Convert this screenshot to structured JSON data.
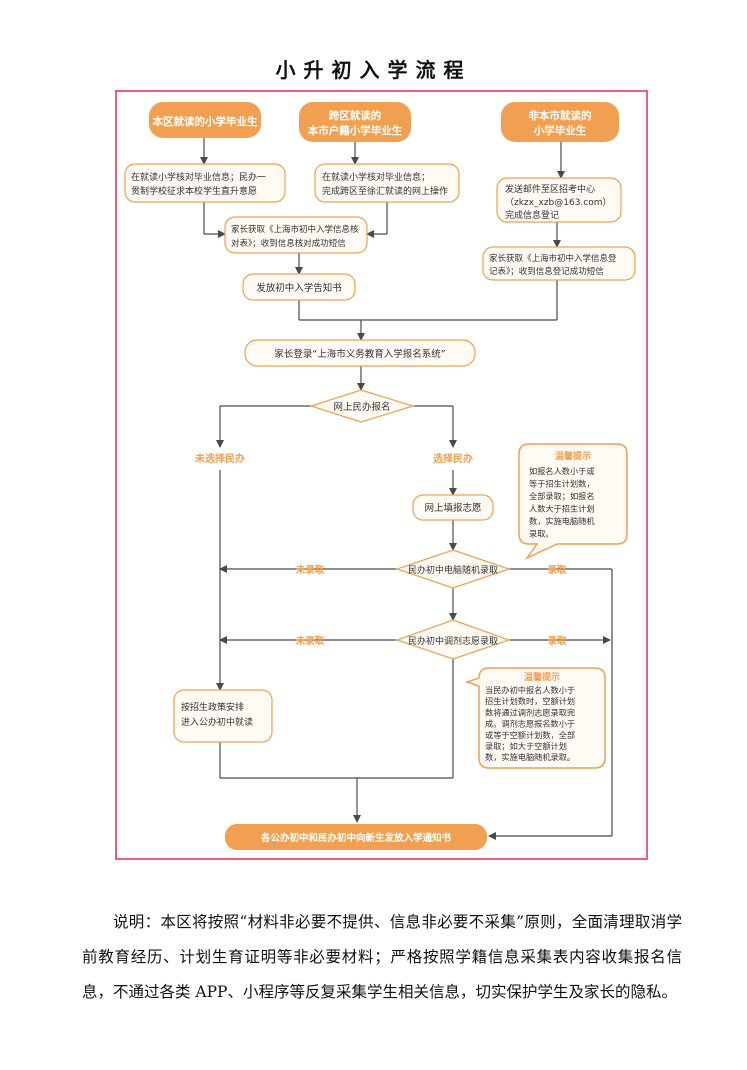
{
  "title": "小升初入学流程",
  "colors": {
    "orange": "#f0a050",
    "line": "#4a4a4a",
    "frame": "#e8607a",
    "pale": "#fffaf3",
    "stroke": "#f0a050"
  },
  "start": {
    "local": "本区就读的小学毕业生",
    "cross_1": "跨区就读的",
    "cross_2": "本市户籍小学毕业生",
    "nonlocal_1": "非本市就读的",
    "nonlocal_2": "小学毕业生"
  },
  "steps": {
    "local_verify_1": "在就读小学核对毕业信息；民办一",
    "local_verify_2": "贯制学校征求本校学生直升意愿",
    "cross_verify_1": "在就读小学核对毕业信息；",
    "cross_verify_2": "完成跨区至徐汇就读的网上操作",
    "email_1": "发送邮件至区招考中心",
    "email_2": "（zkzx_xzb@163.com）",
    "email_3": "完成信息登记",
    "getform_1": "家长获取《上海市初中入学信息核",
    "getform_2": "对表》；收到信息核对成功短信",
    "getform_nl_1": "家长获取《上海市初中入学信息登",
    "getform_nl_2": "记表》；收到信息登记成功短信",
    "notice": "发放初中入学告知书",
    "login": "家长登录“上海市义务教育入学报名系统”",
    "online_private": "网上民办报名",
    "not_choose": "未选择民办",
    "choose": "选择民办",
    "fill": "网上填报志愿",
    "lottery": "民办初中电脑随机录取",
    "adjust": "民办初中调剂志愿录取",
    "not_admitted_1": "未录取",
    "admitted_1": "录取",
    "not_admitted_2": "未录取",
    "admitted_2": "录取",
    "public_1": "按招生政策安排",
    "public_2": "进入公办初中就读",
    "final": "各公办初中和民办初中向新生发放入学通知书"
  },
  "tips": {
    "tip1_title": "温馨提示",
    "tip1_lines": [
      "如报名人数小于或",
      "等于招生计划数，",
      "全部录取；如报名",
      "人数大于招生计划",
      "数，实施电脑随机",
      "录取。"
    ],
    "tip2_title": "温馨提示",
    "tip2_lines": [
      "当民办初中报名人数小于",
      "招生计划数时，空额计划",
      "数将通过调剂志愿录取完",
      "成。调剂志愿报名数小于",
      "或等于空额计划数，全部",
      "录取；如大于空额计划",
      "数，实施电脑随机录取。"
    ]
  },
  "description": "说明：本区将按照“材料非必要不提供、信息非必要不采集”原则，全面清理取消学前教育经历、计划生育证明等非必要材料；严格按照学籍信息采集表内容收集报名信息，不通过各类 APP、小程序等反复采集学生相关信息，切实保护学生及家长的隐私。"
}
